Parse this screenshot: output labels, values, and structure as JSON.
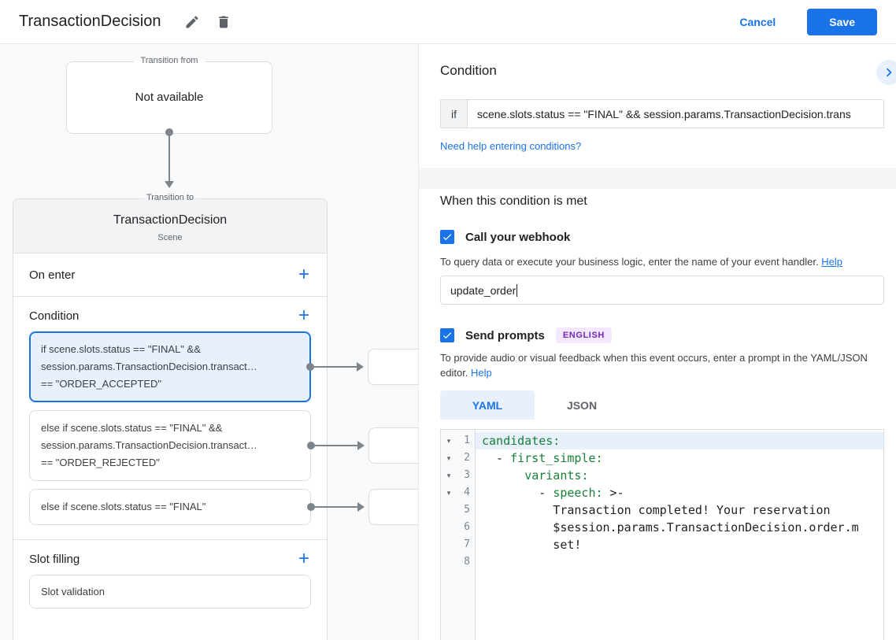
{
  "header": {
    "title": "TransactionDecision",
    "cancel_label": "Cancel",
    "save_label": "Save"
  },
  "icons": {
    "add": "+",
    "fold": "▾"
  },
  "colors": {
    "accent_blue": "#1a73e8",
    "selected_condition_bg": "#e8f0fe",
    "badge_text": "#7627bb",
    "badge_bg": "#f3e8fd",
    "code_key_green": "#188038"
  },
  "canvas": {
    "transition_from": {
      "legend": "Transition from",
      "content": "Not available"
    },
    "transition_to": {
      "legend": "Transition to",
      "title": "TransactionDecision",
      "subtitle": "Scene",
      "on_enter_label": "On enter",
      "condition_label": "Condition",
      "conditions": [
        {
          "selected": true,
          "lines": [
            "if scene.slots.status == \"FINAL\" &&",
            "session.params.TransactionDecision.transact…",
            "== \"ORDER_ACCEPTED\""
          ]
        },
        {
          "selected": false,
          "lines": [
            "else if scene.slots.status == \"FINAL\" &&",
            "session.params.TransactionDecision.transact…",
            "== \"ORDER_REJECTED\""
          ]
        },
        {
          "selected": false,
          "lines": [
            "else if scene.slots.status == \"FINAL\""
          ]
        }
      ],
      "slot_filling_label": "Slot filling",
      "slot_item": "Slot validation"
    }
  },
  "panel": {
    "title": "Condition",
    "if_label": "if",
    "if_value": "scene.slots.status == \"FINAL\" && session.params.TransactionDecision.trans",
    "help_link": "Need help entering conditions?",
    "when_met_title": "When this condition is met",
    "webhook": {
      "label": "Call your webhook",
      "checked": true,
      "description": "To query data or execute your business logic, enter the name of your event handler.",
      "help_label": "Help",
      "value": "update_order"
    },
    "prompts": {
      "label": "Send prompts",
      "badge": "ENGLISH",
      "checked": true,
      "description": "To provide audio or visual feedback when this event occurs, enter a prompt in the YAML/JSON editor.",
      "help_label": "Help"
    },
    "tabs": {
      "yaml": "YAML",
      "json": "JSON",
      "active": "YAML"
    },
    "editor": {
      "lines": [
        {
          "num": "1",
          "pre": "",
          "key": "candidates:",
          "post": ""
        },
        {
          "num": "2",
          "pre": "  - ",
          "key": "first_simple:",
          "post": ""
        },
        {
          "num": "3",
          "pre": "      ",
          "key": "variants:",
          "post": ""
        },
        {
          "num": "4",
          "pre": "        - ",
          "key": "speech:",
          "post": " >-"
        },
        {
          "num": "5",
          "pre": "          Transaction completed! Your reservation",
          "key": "",
          "post": ""
        },
        {
          "num": "6",
          "pre": "          $session.params.TransactionDecision.order.m",
          "key": "",
          "post": ""
        },
        {
          "num": "7",
          "pre": "          set!",
          "key": "",
          "post": ""
        },
        {
          "num": "8",
          "pre": "",
          "key": "",
          "post": ""
        }
      ]
    }
  }
}
